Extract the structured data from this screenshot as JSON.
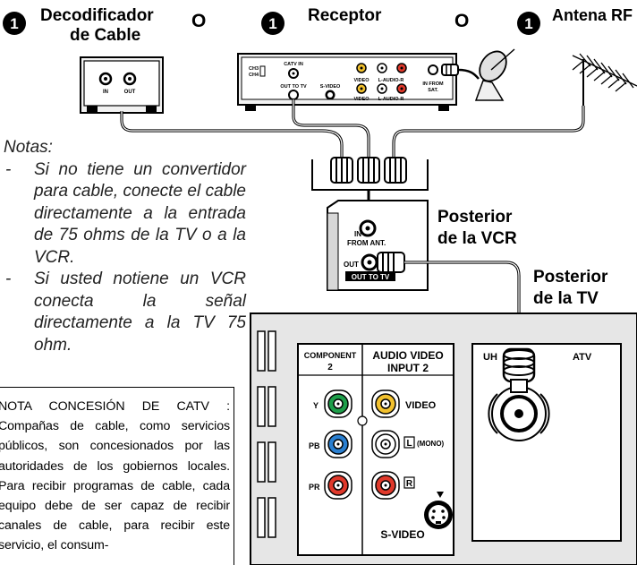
{
  "sources": [
    {
      "number": "1",
      "line1": "Decodificador",
      "line2": "de Cable"
    },
    {
      "number": "1",
      "line1": "Receptor",
      "line2": ""
    },
    {
      "number": "1",
      "line1": "Antena RF",
      "line2": ""
    }
  ],
  "or_label": "O",
  "cable_box": {
    "in": "IN",
    "out": "OUT"
  },
  "receiver": {
    "ch3": "CH3",
    "ch4": "CH4",
    "catv_in": "CATV IN",
    "out_to_tv": "OUT TO TV",
    "svideo": "S-VIDEO",
    "video": "VIDEO",
    "laudio_r": "L-AUDIO-R",
    "in_from": "IN FROM",
    "sat": "SAT."
  },
  "vcr": {
    "label_line1": "Posterior",
    "label_line2": "de la VCR",
    "in": "IN",
    "from_ant": "FROM ANT.",
    "out": "OUT",
    "out_to_tv": "OUT TO TV"
  },
  "tv": {
    "label_line1": "Posterior",
    "label_line2": "de la TV",
    "component": "COMPONENT",
    "component_num": "2",
    "av_line1": "AUDIO VIDEO",
    "av_line2": "INPUT 2",
    "y": "Y",
    "pb": "PB",
    "pr": "PR",
    "video": "VIDEO",
    "l": "L",
    "mono": "(MONO)",
    "r": "R",
    "svideo": "S-VIDEO",
    "uhf_left": "UH",
    "uhf_right": "ATV"
  },
  "notes": {
    "title": "Notas:",
    "items": [
      "Si no tiene un convertidor para cable, conecte el cable directamente a la entrada de 75 ohms de la TV o a la VCR.",
      "Si usted notiene un VCR conecta la señal directamente a la TV 75 ohm."
    ]
  },
  "catv_note": "NOTA CONCESIÓN DE CATV : Compañas de cable, como servicios públicos, son concesionados por las autoridades de los gobiernos locales. Para recibir programas de cable, cada equipo debe de ser capaz de recibir canales de cable, para recibir este servicio, el consum-",
  "colors": {
    "green": "#1e9e4a",
    "blue": "#2a7fd0",
    "red": "#e0392b",
    "yellow": "#f2c12e",
    "panel": "#e6e6e6"
  }
}
